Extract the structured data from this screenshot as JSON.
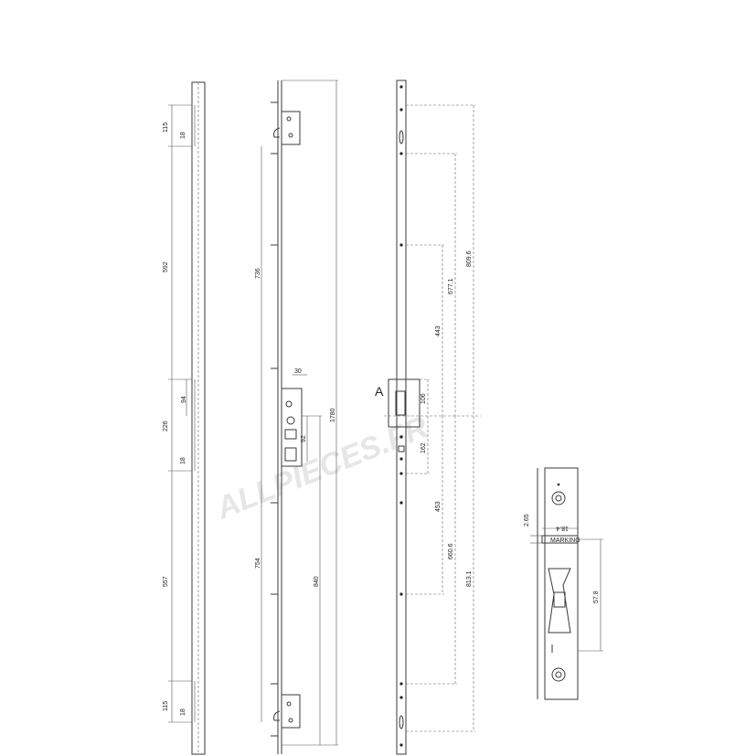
{
  "watermark": "ALLPIECES.FR",
  "bar_1": {
    "dims": [
      "115",
      "592",
      "226",
      "557",
      "115"
    ],
    "small_dims": [
      "18",
      "94",
      "18",
      "18"
    ]
  },
  "bar_2": {
    "dims": [
      "736",
      "754",
      "1780",
      "840"
    ],
    "small_dims": [
      "30",
      "92"
    ]
  },
  "bar_3": {
    "label": "A",
    "dims": [
      "809.6",
      "677.1",
      "443",
      "106",
      "162",
      "453",
      "660.6",
      "813.1"
    ]
  },
  "detail": {
    "marking": "MARKING",
    "dims": [
      "2.65",
      "18.4",
      "57.8"
    ]
  }
}
